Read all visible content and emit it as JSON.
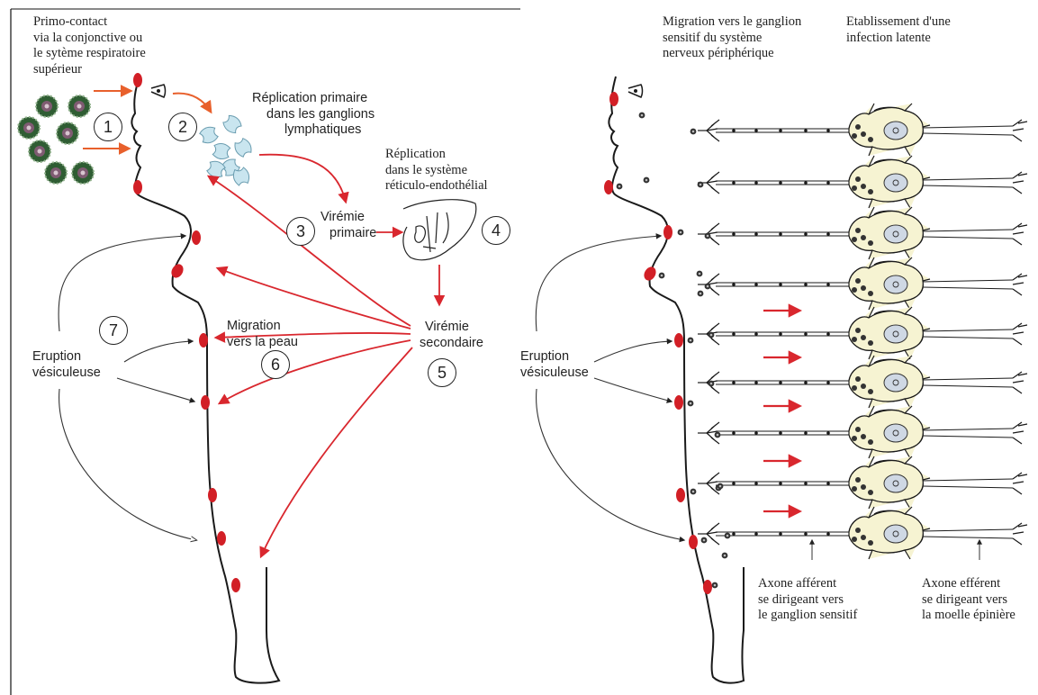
{
  "labels": {
    "primo_contact": [
      "Primo-contact",
      "via la conjonctive ou",
      "le sytème respiratoire",
      "supérieur"
    ],
    "replication_primaire": [
      "Réplication primaire",
      "dans les ganglions",
      "lymphatiques"
    ],
    "replication_reticulo": [
      "Réplication",
      "dans le système",
      "réticulo-endothélial"
    ],
    "viremie_primaire": [
      "Virémie",
      "primaire"
    ],
    "viremie_secondaire": [
      "Virémie",
      "secondaire"
    ],
    "migration_peau": [
      "Migration",
      "vers la peau"
    ],
    "eruption_left": [
      "Eruption",
      "vésiculeuse"
    ],
    "migration_ganglion": [
      "Migration vers le ganglion",
      "sensitif du système",
      "nerveux périphérique"
    ],
    "etablissement": [
      "Etablissement d'une",
      "infection latente"
    ],
    "eruption_right": [
      "Eruption",
      "vésiculeuse"
    ],
    "axone_afferent": [
      "Axone afférent",
      "se dirigeant vers",
      "le ganglion sensitif"
    ],
    "axone_efferent": [
      "Axone efférent",
      "se dirigeant vers",
      "la moelle épinière"
    ]
  },
  "steps": [
    "1",
    "2",
    "3",
    "4",
    "5",
    "6",
    "7"
  ],
  "colors": {
    "arrow_red": "#d9272e",
    "arrow_orange": "#e8602c",
    "lesion": "#d21f26",
    "virus": "#2e5a2e",
    "lymph": "#c7e3ee",
    "neuron_fill": "#f6f3d2",
    "line": "#1a1a1a"
  }
}
